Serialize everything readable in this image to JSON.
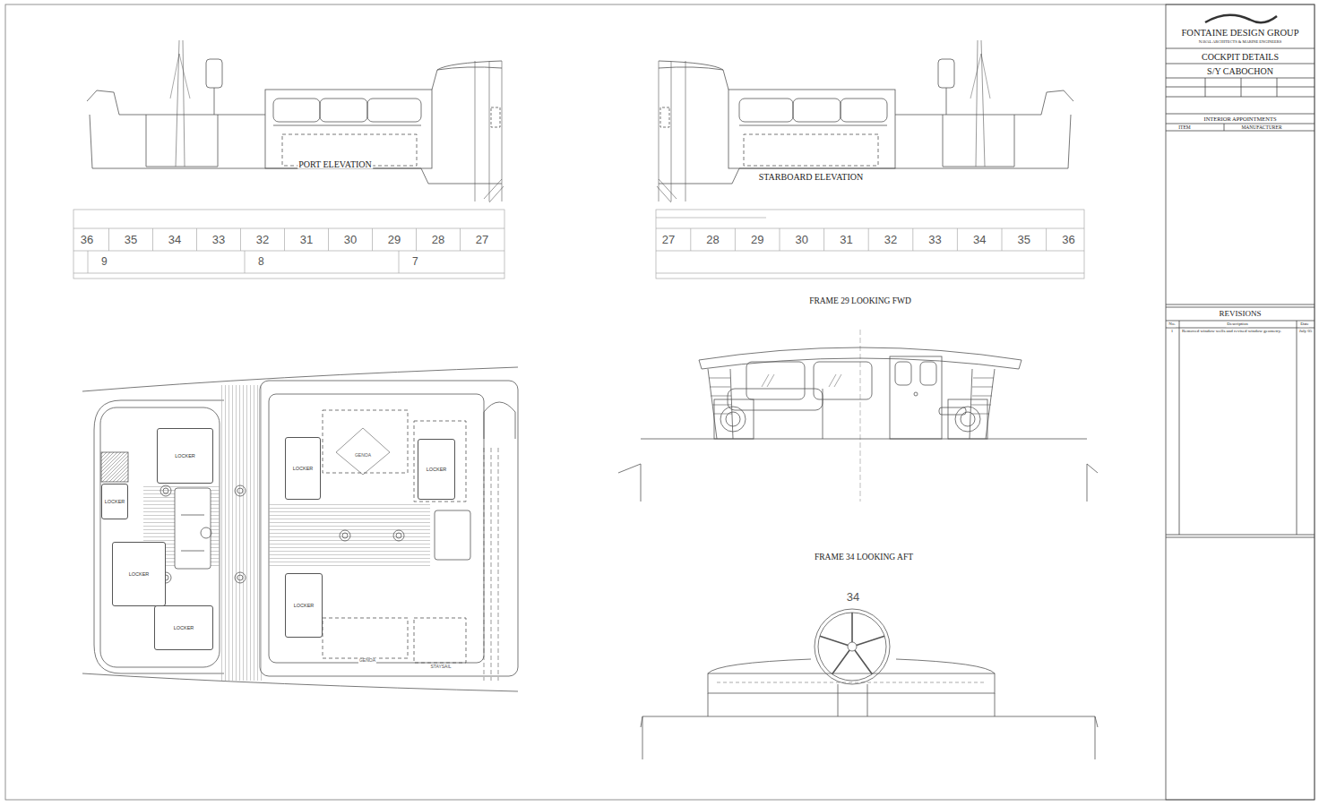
{
  "diagram": {
    "title": "COCKPIT DETAILS",
    "nodes": [
      {
        "text": [
          "LOCKER"
        ]
      },
      {
        "text": [
          "LOCKER"
        ]
      },
      {
        "text": [
          "LOCKER"
        ]
      },
      {
        "text": [
          "LOCKER"
        ]
      },
      {
        "text": [
          "LOCKER"
        ]
      },
      {
        "text": [
          "LOCKER"
        ]
      },
      {
        "text": [
          "LOCKER"
        ]
      }
    ],
    "labels": [
      "FONTAINE DESIGN GROUP",
      "NAVAL ARCHITECTS & MARINE ENGINEERS",
      "S/Y CABOCHON",
      "INTERIOR APPOINTMENTS",
      "ITEM",
      "MANUFACTURER",
      "REVISIONS",
      "No.",
      "Description",
      "Date",
      "1",
      "Removed window wells and revised window geometry.",
      "July 05",
      "PORT ELEVATION",
      "STARBOARD ELEVATION",
      "FRAME 29 LOOKING FWD",
      "FRAME 34 LOOKING AFT",
      "34",
      "36",
      "35",
      "34",
      "33",
      "32",
      "31",
      "30",
      "29",
      "28",
      "27",
      "9",
      "8",
      "7",
      "27",
      "28",
      "29",
      "30",
      "31",
      "32",
      "33",
      "34",
      "35",
      "36",
      "GENOA",
      "GENOA",
      "STAYSAIL",
      "STAYSAIL"
    ]
  }
}
